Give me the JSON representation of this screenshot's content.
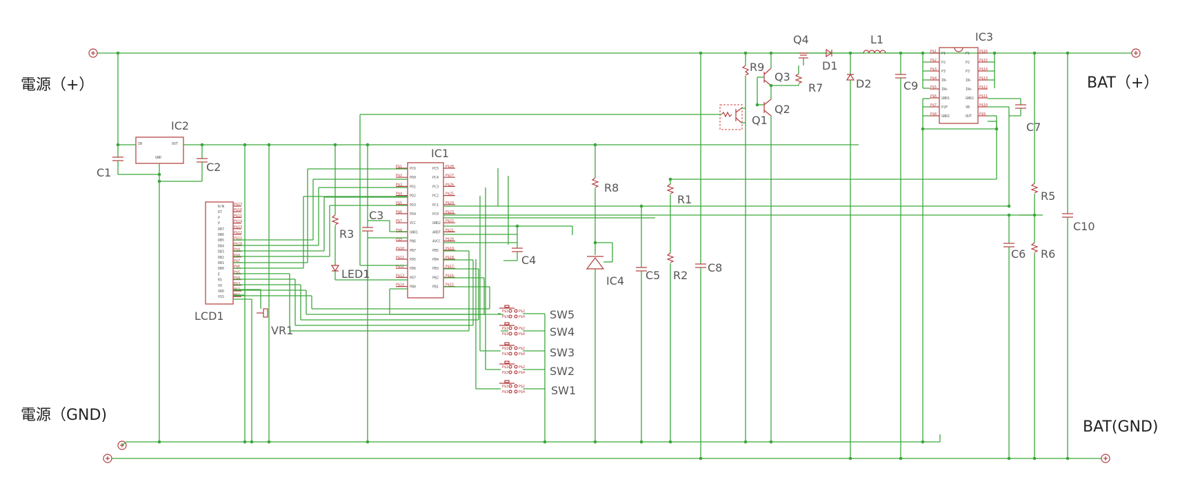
{
  "rails": {
    "vin_plus": "電源（+）",
    "vin_gnd": "電源（GND)",
    "bat_plus": "BAT（+）",
    "bat_gnd": "BAT(GND)"
  },
  "components": {
    "IC1": "IC1",
    "IC2": "IC2",
    "IC3": "IC3",
    "IC4": "IC4",
    "LCD1": "LCD1",
    "VR1": "VR1",
    "LED1": "LED1",
    "Q1": "Q1",
    "Q2": "Q2",
    "Q3": "Q3",
    "Q4": "Q4",
    "D1": "D1",
    "D2": "D2",
    "L1": "L1",
    "R1": "R1",
    "R2": "R2",
    "R3": "R3",
    "R5": "R5",
    "R6": "R6",
    "R7": "R7",
    "R8": "R8",
    "R9": "R9",
    "C1": "C1",
    "C2": "C2",
    "C3": "C3",
    "C4": "C4",
    "C5": "C5",
    "C6": "C6",
    "C7": "C7",
    "C8": "C8",
    "C9": "C9",
    "C10": "C10",
    "SW1": "SW1",
    "SW2": "SW2",
    "SW3": "SW3",
    "SW4": "SW4",
    "SW5": "SW5"
  },
  "ic2_pins": {
    "in": "IN",
    "out": "OUT",
    "gnd": "GND"
  },
  "ic1_left_pins": [
    "PC6",
    "PD0",
    "PD1",
    "PD2",
    "PD3",
    "PD4",
    "VCC",
    "GND1",
    "PB6",
    "PB7",
    "PD5",
    "PD6",
    "PD7",
    "PB0"
  ],
  "ic1_right_pins": [
    "PC5",
    "PC4",
    "PC3",
    "PC2",
    "PC1",
    "PC0",
    "GND2",
    "AREF",
    "AVCC",
    "PB5",
    "PB4",
    "PB3",
    "PB2",
    "PB1"
  ],
  "ic3_left_pins": [
    "P1",
    "P2",
    "P3",
    "IN-",
    "IN+",
    "GND1",
    "P2P",
    "GND2"
  ],
  "ic3_right_pins": [
    "P1",
    "P2",
    "P3",
    "IN-",
    "IN+",
    "GND2",
    "VB",
    "OUT"
  ],
  "lcd_pins": [
    "R/W",
    "D7",
    "P",
    "P",
    "DB7",
    "DB6",
    "DB5",
    "DB4",
    "DB3",
    "DB2",
    "DB1",
    "DB0",
    "E",
    "RS",
    "VO",
    "VDD",
    "VSS"
  ]
}
